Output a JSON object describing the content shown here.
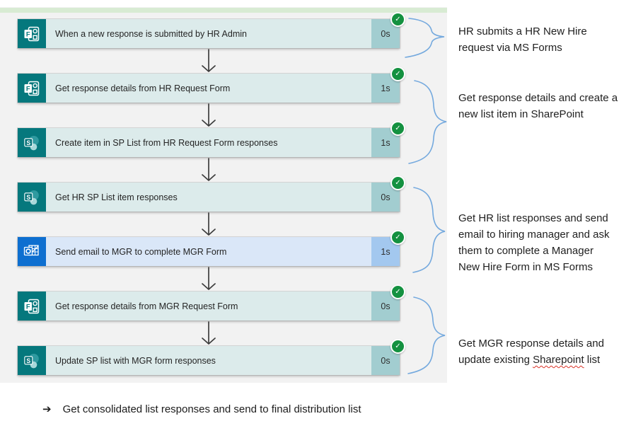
{
  "flow_panel": {
    "steps": [
      {
        "app": "forms",
        "icon": "forms-icon",
        "label": "When a new response is submitted by HR Admin",
        "duration": "0s",
        "status": "succeeded"
      },
      {
        "app": "forms",
        "icon": "forms-icon",
        "label": "Get response details from HR Request Form",
        "duration": "1s",
        "status": "succeeded"
      },
      {
        "app": "sharepoint",
        "icon": "sharepoint-icon",
        "label": "Create item in SP List from HR Request Form responses",
        "duration": "1s",
        "status": "succeeded"
      },
      {
        "app": "sharepoint",
        "icon": "sharepoint-icon",
        "label": "Get HR SP List item responses",
        "duration": "0s",
        "status": "succeeded"
      },
      {
        "app": "outlook",
        "icon": "outlook-icon",
        "label": "Send email to MGR to complete MGR Form",
        "duration": "1s",
        "status": "succeeded"
      },
      {
        "app": "forms",
        "icon": "forms-icon",
        "label": "Get response details from MGR Request Form",
        "duration": "0s",
        "status": "succeeded"
      },
      {
        "app": "sharepoint",
        "icon": "sharepoint-icon",
        "label": "Update SP list with MGR form responses",
        "duration": "0s",
        "status": "succeeded"
      }
    ],
    "check_icon_glyph": "✓"
  },
  "annotations": [
    {
      "text": "HR submits a HR New Hire\nrequest via MS Forms"
    },
    {
      "text": "Get response details and create a\nnew list item in SharePoint"
    },
    {
      "text": "Get HR list responses and send\nemail to hiring manager and ask\nthem to complete a Manager\nNew Hire Form in MS Forms"
    },
    {
      "pre": "Get MGR response details and\nupdate existing ",
      "misspelled": "Sharepoint",
      "post": " list"
    }
  ],
  "footnote": {
    "bullet": "➔",
    "text": "Get consolidated list responses and send to final distribution list"
  },
  "colors": {
    "panel_gray": "#f2f2f2",
    "strip_green": "#d8ebd3",
    "teal_icon": "#05787d",
    "teal_bar": "#dcebeb",
    "teal_badge": "#a2cdd0",
    "outlook_icon_blue": "#0e6fd0",
    "outlook_bar": "#dae7f8",
    "outlook_badge": "#a3c8ef",
    "check_green": "#149140",
    "brace_blue": "#74a9de",
    "arrow_gray": "#3d3d3d",
    "squiggle_red": "#d93025"
  }
}
